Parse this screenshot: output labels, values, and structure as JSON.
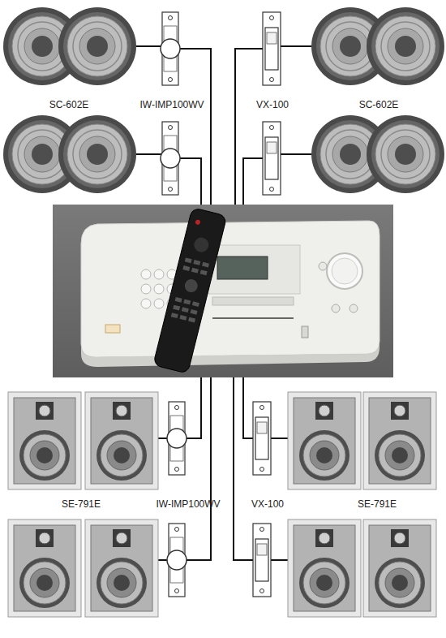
{
  "diagram": {
    "labels": [
      "SC-602E",
      "IW-IMP100WV",
      "VX-100",
      "SC-602E",
      "SE-791E",
      "IW-IMP100WV",
      "VX-100",
      "SE-791E"
    ]
  }
}
